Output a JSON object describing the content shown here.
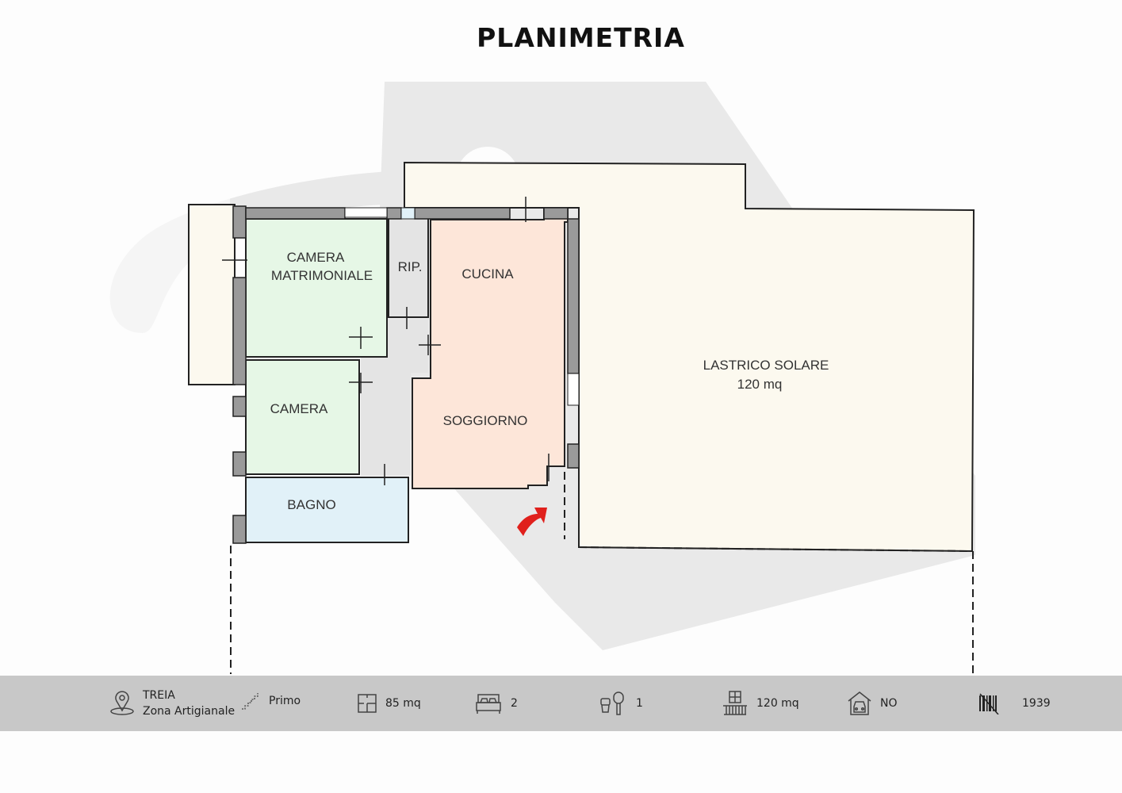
{
  "title": "PLANIMETRIA",
  "rooms": {
    "camera_matrimoniale_line1": "CAMERA",
    "camera_matrimoniale_line2": "MATRIMONIALE",
    "ripostiglio": "RIP.",
    "cucina": "CUCINA",
    "camera": "CAMERA",
    "soggiorno": "SOGGIORNO",
    "bagno": "BAGNO",
    "lastrico_line1": "LASTRICO SOLARE",
    "lastrico_line2": "120 mq"
  },
  "colors": {
    "bedroom": "#e6f7e6",
    "kitchen_living": "#fde6d9",
    "bathroom": "#e1f1f8",
    "terrace": "#fcf9ef",
    "hall": "#e4e4e4",
    "wall": "#9a9a9a",
    "entrance_arrow": "#e0201c",
    "footer_bg": "#c8c8c8"
  },
  "footer": {
    "location_line1": "TREIA",
    "location_line2": "Zona Artigianale",
    "floor": "Primo",
    "surface": "85 mq",
    "bedrooms": "2",
    "bathrooms": "1",
    "terrace": "120 mq",
    "garage": "NO",
    "year": "1939"
  },
  "icons": [
    "location-pin-icon",
    "stairs-icon",
    "floorplan-icon",
    "bed-icon",
    "toilet-sink-icon",
    "balcony-icon",
    "garage-icon",
    "energy-class-barcode-icon"
  ]
}
